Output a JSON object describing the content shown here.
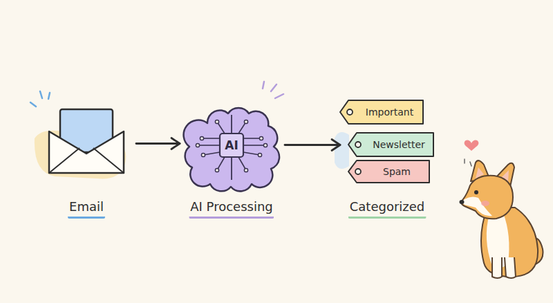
{
  "diagram": {
    "nodes": [
      {
        "text": [
          "Email"
        ]
      },
      {
        "text": [
          "AI",
          "AI Processing"
        ]
      },
      {
        "text": [
          "Important"
        ]
      },
      {
        "text": [
          "Newsletter"
        ]
      },
      {
        "text": [
          "Spam"
        ]
      }
    ],
    "edges": [
      {
        "from": 0,
        "to": 1,
        "arrow": "to"
      },
      {
        "from": 1,
        "to": 3,
        "arrow": "to"
      }
    ],
    "labels": [
      "Categorized"
    ]
  }
}
